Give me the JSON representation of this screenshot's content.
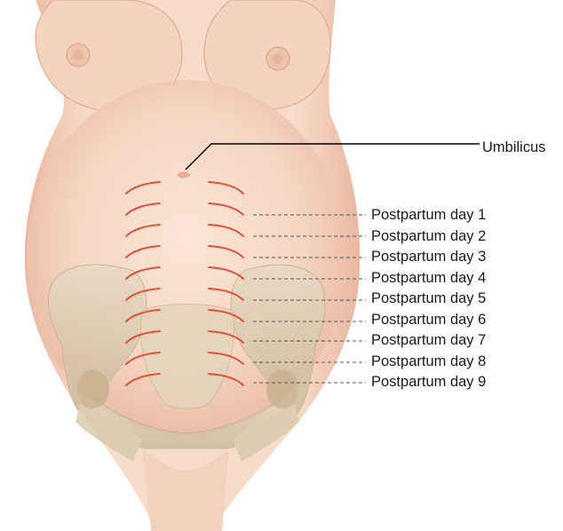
{
  "umbilicus_label": "Umbilicus",
  "days": [
    "Postpartum day 1",
    "Postpartum day 2",
    "Postpartum day 3",
    "Postpartum day 4",
    "Postpartum day 5",
    "Postpartum day 6",
    "Postpartum day 7",
    "Postpartum day 8",
    "Postpartum day 9"
  ],
  "colors": {
    "skin": "#f6d9c8",
    "skin_shadow": "#e9b9a2",
    "bone": "#d9cbb0",
    "fundus_mark": "#e0533b",
    "leader": "#555555"
  }
}
